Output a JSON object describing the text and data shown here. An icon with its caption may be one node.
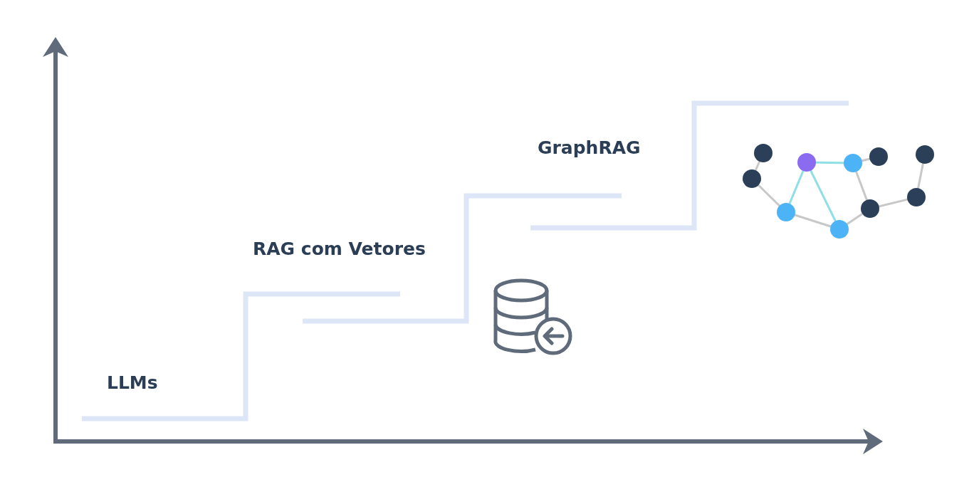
{
  "diagram": {
    "labels": [
      "LLMs",
      "RAG com Vetores",
      "GraphRAG"
    ]
  }
}
